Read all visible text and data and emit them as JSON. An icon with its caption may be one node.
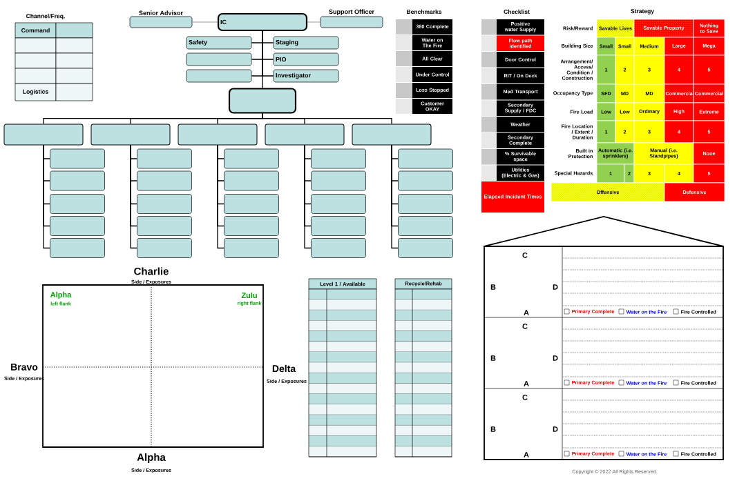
{
  "diagram": {
    "nodes": [
      {
        "text": [
          "Senior Advisor"
        ]
      },
      {
        "text": [
          "IC"
        ]
      },
      {
        "text": [
          "Support Officer"
        ]
      },
      {
        "text": [
          "Safety"
        ]
      },
      {
        "text": [
          "Staging"
        ]
      },
      {
        "text": [],
        "shape": "box"
      },
      {
        "text": [
          "PIO"
        ]
      },
      {
        "text": [],
        "shape": "box"
      },
      {
        "text": [
          "Investigator"
        ]
      },
      {
        "text": [],
        "shape": "box"
      },
      {
        "text": [],
        "shape": "box"
      },
      {
        "text": [],
        "shape": "box"
      },
      {
        "text": [],
        "shape": "box"
      },
      {
        "text": [],
        "shape": "box"
      },
      {
        "text": [],
        "shape": "box"
      },
      {
        "text": [],
        "shape": "box"
      },
      {
        "text": [],
        "shape": "box"
      },
      {
        "text": [],
        "shape": "box"
      },
      {
        "text": [],
        "shape": "box"
      },
      {
        "text": [],
        "shape": "box"
      },
      {
        "text": [],
        "shape": "box"
      },
      {
        "text": [],
        "shape": "box"
      },
      {
        "text": [],
        "shape": "box"
      },
      {
        "text": [],
        "shape": "box"
      },
      {
        "text": [],
        "shape": "box"
      },
      {
        "text": [],
        "shape": "box"
      },
      {
        "text": [],
        "shape": "box"
      },
      {
        "text": [],
        "shape": "box"
      },
      {
        "text": [],
        "shape": "box"
      },
      {
        "text": [],
        "shape": "box"
      },
      {
        "text": [],
        "shape": "box"
      },
      {
        "text": [],
        "shape": "box"
      },
      {
        "text": [],
        "shape": "box"
      },
      {
        "text": [],
        "shape": "box"
      },
      {
        "text": [],
        "shape": "box"
      },
      {
        "text": [],
        "shape": "box"
      },
      {
        "text": [],
        "shape": "box"
      },
      {
        "text": [],
        "shape": "box"
      },
      {
        "text": [],
        "shape": "box"
      },
      {
        "text": [],
        "shape": "box"
      },
      {
        "text": [
          "Level 1 / Available"
        ]
      },
      {
        "text": [
          "Recycle/Rehab"
        ]
      }
    ],
    "edges": [
      {
        "from": 1,
        "to": 0,
        "arrow": "none",
        "color": "#808080"
      },
      {
        "from": 1,
        "to": 2,
        "arrow": "none",
        "color": "#808080"
      },
      {
        "from": 1,
        "to": 3,
        "arrow": "none"
      },
      {
        "from": 1,
        "to": 4,
        "arrow": "none"
      },
      {
        "from": 1,
        "to": 5,
        "arrow": "none"
      },
      {
        "from": 1,
        "to": 6,
        "arrow": "none"
      },
      {
        "from": 1,
        "to": 7,
        "arrow": "none"
      },
      {
        "from": 1,
        "to": 8,
        "arrow": "none"
      },
      {
        "from": 1,
        "to": 9,
        "arrow": "none"
      },
      {
        "from": 9,
        "to": 10,
        "arrow": "none"
      },
      {
        "from": 9,
        "to": 11,
        "arrow": "none"
      },
      {
        "from": 9,
        "to": 12,
        "arrow": "none"
      },
      {
        "from": 9,
        "to": 13,
        "arrow": "none"
      },
      {
        "from": 9,
        "to": 14,
        "arrow": "none"
      },
      {
        "from": 10,
        "to": 15,
        "arrow": "none"
      },
      {
        "from": 10,
        "to": 16,
        "arrow": "none"
      },
      {
        "from": 10,
        "to": 17,
        "arrow": "none"
      },
      {
        "from": 10,
        "to": 18,
        "arrow": "none"
      },
      {
        "from": 10,
        "to": 19,
        "arrow": "none"
      },
      {
        "from": 11,
        "to": 20,
        "arrow": "none"
      },
      {
        "from": 11,
        "to": 21,
        "arrow": "none"
      },
      {
        "from": 11,
        "to": 22,
        "arrow": "none"
      },
      {
        "from": 11,
        "to": 23,
        "arrow": "none"
      },
      {
        "from": 11,
        "to": 24,
        "arrow": "none"
      },
      {
        "from": 12,
        "to": 25,
        "arrow": "none"
      },
      {
        "from": 12,
        "to": 26,
        "arrow": "none"
      },
      {
        "from": 12,
        "to": 27,
        "arrow": "none"
      },
      {
        "from": 12,
        "to": 28,
        "arrow": "none"
      },
      {
        "from": 12,
        "to": 29,
        "arrow": "none"
      },
      {
        "from": 13,
        "to": 30,
        "arrow": "none"
      },
      {
        "from": 13,
        "to": 31,
        "arrow": "none"
      },
      {
        "from": 13,
        "to": 32,
        "arrow": "none"
      },
      {
        "from": 13,
        "to": 33,
        "arrow": "none"
      },
      {
        "from": 13,
        "to": 34,
        "arrow": "none"
      },
      {
        "from": 14,
        "to": 35,
        "arrow": "none"
      },
      {
        "from": 14,
        "to": 36,
        "arrow": "none"
      },
      {
        "from": 14,
        "to": 37,
        "arrow": "none"
      },
      {
        "from": 14,
        "to": 38,
        "arrow": "none"
      },
      {
        "from": 14,
        "to": 39,
        "arrow": "none"
      }
    ],
    "labels": [
      "Channel/Freq.",
      "Command",
      "Logistics",
      "Benchmarks",
      "360 Complete",
      "Water on The Fire",
      "All Clear",
      "Under Control",
      "Loss Stopped",
      "Customer OKAY",
      "Checklist",
      "Positive water Supply",
      "Flow path identified",
      "Door Control",
      "RIT / On Deck",
      "Med Transport",
      "Secondary Supply / FDC",
      "Weather",
      "Secondary Complete",
      "% Survivable space",
      "Utilities (Electric & Gas)",
      "Elapsed Incident Times",
      "Strategy",
      "Risk/Reward",
      "Savable Lives",
      "Savable Property",
      "Nothing to Save",
      "Building Size",
      "Small",
      "Small",
      "Medium",
      "Large",
      "Mega",
      "Arrangement/ Access/ Condition / Construction",
      "1",
      "2",
      "3",
      "4",
      "5",
      "Occupancy Type",
      "SFD",
      "MD",
      "MD",
      "Commercial",
      "Commercial",
      "Fire Load",
      "Low",
      "Low",
      "Ordinary",
      "High",
      "Extreme",
      "Fire Location / Extent / Duration",
      "1",
      "2",
      "3",
      "4",
      "5",
      "Built in Protection",
      "Automatic (i.e. sprinklers)",
      "Manual (i.e. Standpipes)",
      "None",
      "Special Hazards",
      "1",
      "2",
      "3",
      "4",
      "5",
      "Offensive",
      "Defensive",
      "Charlie",
      "Side / Exposures",
      "Alpha",
      "left flank",
      "Zulu",
      "right flank",
      "Bravo",
      "Side / Exposures",
      "Delta",
      "Side / Exposures",
      "Alpha",
      "Side / Exposures",
      "C",
      "B",
      "D",
      "A",
      "Primary Complete",
      "Water on the Fire",
      "Fire Controlled",
      "C",
      "B",
      "D",
      "A",
      "Primary Complete",
      "Water on the Fire",
      "Fire Controlled",
      "C",
      "B",
      "D",
      "A",
      "Primary Complete",
      "Water on the Fire",
      "Fire Controlled",
      "Copyright © 2022 All Rights Reserved."
    ]
  }
}
